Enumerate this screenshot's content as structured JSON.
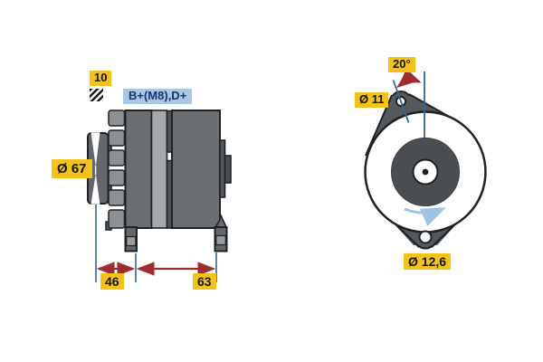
{
  "diagram_title": "Alternator technical drawing (side view and front view)",
  "side_view": {
    "belt_width_label": "10",
    "terminal_label": "B+(M8),D+",
    "pulley_diameter_label": "Ø 67",
    "dimension_pulley_to_mount": "46",
    "dimension_mount_to_rear": "63"
  },
  "front_view": {
    "angle_label": "20°",
    "top_hole_diameter_label": "Ø 11",
    "bottom_hole_diameter_label": "Ø 12,6"
  },
  "icons": {
    "belt_hatch": "hatched-square",
    "rotation_direction": "curved-arrow-right"
  },
  "colors": {
    "label_bg": "#f3c319",
    "label_text": "#151515",
    "terminal_label_bg": "#a9c6e4",
    "terminal_label_text": "#16366e",
    "dimension_arrow": "#a02c30",
    "construction_line": "#36649c",
    "rotation_arrow": "#9dc3e6",
    "body_gray": "#6a6e72",
    "stator_band_gray": "#a6a9ac",
    "fan_blade_gray": "#8d9195",
    "dark_metal": "#4f5256",
    "outline": "#1f2225",
    "background": "#ffffff"
  }
}
